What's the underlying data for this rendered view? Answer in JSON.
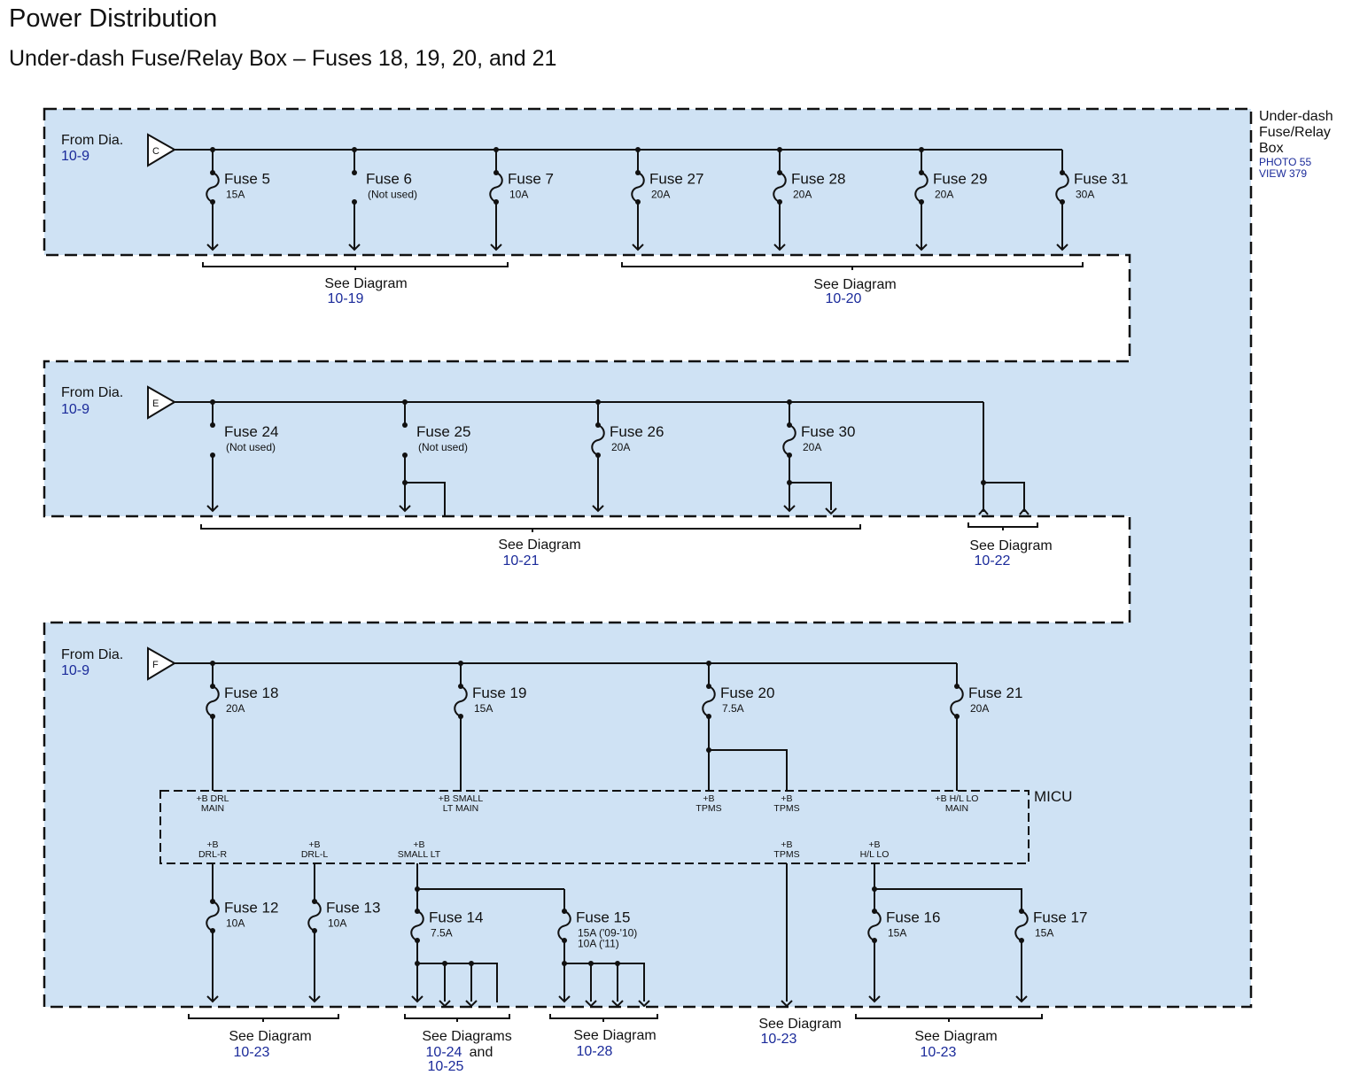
{
  "header": {
    "title": "Power Distribution",
    "subtitle": "Under-dash Fuse/Relay Box – Fuses 18, 19, 20, and 21"
  },
  "box_label": {
    "line1": "Under-dash",
    "line2": "Fuse/Relay",
    "line3": "Box",
    "photo": "PHOTO 55",
    "view": "VIEW 379"
  },
  "colors": {
    "box_fill": "#cfe2f4",
    "link": "#1a2a9a",
    "wire": "#111111"
  },
  "from_dia": "From Dia.",
  "from_ref": "10-9",
  "see_diagram": "See Diagram",
  "see_diagrams": "See Diagrams",
  "and_word": "and",
  "sections": {
    "c": {
      "connector": "C"
    },
    "e": {
      "connector": "E"
    },
    "f": {
      "connector": "F"
    }
  },
  "fuses": {
    "f5": {
      "name": "Fuse 5",
      "rating": "15A"
    },
    "f6": {
      "name": "Fuse 6",
      "rating": "(Not used)"
    },
    "f7": {
      "name": "Fuse 7",
      "rating": "10A"
    },
    "f27": {
      "name": "Fuse 27",
      "rating": "20A"
    },
    "f28": {
      "name": "Fuse 28",
      "rating": "20A"
    },
    "f29": {
      "name": "Fuse 29",
      "rating": "20A"
    },
    "f31": {
      "name": "Fuse 31",
      "rating": "30A"
    },
    "f24": {
      "name": "Fuse 24",
      "rating": "(Not used)"
    },
    "f25": {
      "name": "Fuse 25",
      "rating": "(Not used)"
    },
    "f26": {
      "name": "Fuse 26",
      "rating": "20A"
    },
    "f30": {
      "name": "Fuse 30",
      "rating": "20A"
    },
    "f18": {
      "name": "Fuse 18",
      "rating": "20A"
    },
    "f19": {
      "name": "Fuse 19",
      "rating": "15A"
    },
    "f20": {
      "name": "Fuse 20",
      "rating": "7.5A"
    },
    "f21": {
      "name": "Fuse 21",
      "rating": "20A"
    },
    "f12": {
      "name": "Fuse 12",
      "rating": "10A"
    },
    "f13": {
      "name": "Fuse 13",
      "rating": "10A"
    },
    "f14": {
      "name": "Fuse 14",
      "rating": "7.5A"
    },
    "f15": {
      "name": "Fuse 15",
      "rating": "15A ('09-'10)",
      "rating2": "10A ('11)"
    },
    "f16": {
      "name": "Fuse 16",
      "rating": "15A"
    },
    "f17": {
      "name": "Fuse 17",
      "rating": "15A"
    }
  },
  "micu": {
    "label": "MICU",
    "top_pins": [
      {
        "l1": "+B DRL",
        "l2": "MAIN"
      },
      {
        "l1": "+B SMALL",
        "l2": "LT MAIN"
      },
      {
        "l1": "+B",
        "l2": "TPMS"
      },
      {
        "l1": "+B",
        "l2": "TPMS"
      },
      {
        "l1": "+B H/L LO",
        "l2": "MAIN"
      }
    ],
    "bottom_pins": [
      {
        "l1": "+B",
        "l2": "DRL-R"
      },
      {
        "l1": "+B",
        "l2": "DRL-L"
      },
      {
        "l1": "+B",
        "l2": "SMALL LT"
      },
      {
        "l1": "+B",
        "l2": "TPMS"
      },
      {
        "l1": "+B",
        "l2": "H/L LO"
      }
    ]
  },
  "refs": {
    "r1019": "10-19",
    "r1020": "10-20",
    "r1021": "10-21",
    "r1022": "10-22",
    "r1023": "10-23",
    "r1024": "10-24",
    "r1025": "10-25",
    "r1028": "10-28"
  }
}
